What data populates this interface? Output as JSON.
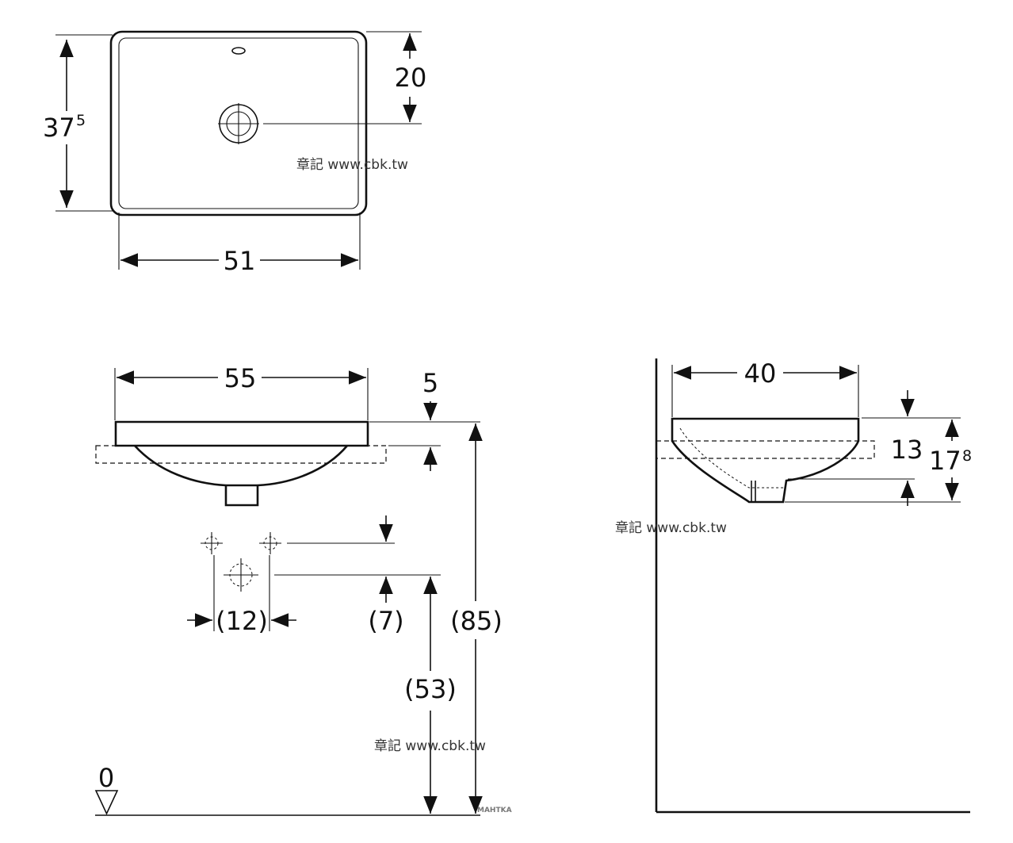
{
  "top_view": {
    "height": "37",
    "height_sup": "5",
    "width": "51",
    "tap_to_drain": "20"
  },
  "front_view": {
    "width": "55",
    "rim": "5",
    "tap_spacing": "(12)",
    "tap_offset": "(7)",
    "total_height": "(85)",
    "tap_height": "(53)",
    "floor_level": "0"
  },
  "side_view": {
    "depth": "40",
    "bowl_depth": "13",
    "total_depth": "17",
    "total_depth_sup": "8"
  },
  "watermarks": {
    "text": "章記 www.cbk.tw",
    "small": "MAHTKA"
  }
}
